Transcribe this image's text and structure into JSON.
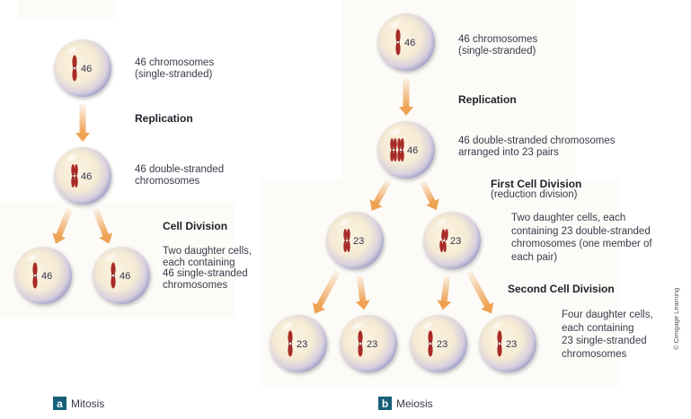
{
  "colors": {
    "arrow": "#eea152",
    "chromosome": "#a82a26",
    "cell_fill": "#f7eedb",
    "cell_edge": "#9a9ac4",
    "badge": "#17607a"
  },
  "mitosis": {
    "caption_letter": "a",
    "caption": "Mitosis",
    "cells": [
      {
        "id": "parent",
        "count": "46",
        "chromosome": "single"
      },
      {
        "id": "replicated",
        "count": "46",
        "chromosome": "double"
      },
      {
        "id": "daughter-1",
        "count": "46",
        "chromosome": "single"
      },
      {
        "id": "daughter-2",
        "count": "46",
        "chromosome": "single"
      }
    ],
    "labels": {
      "parent_line1": "46 chromosomes",
      "parent_line2": "(single-stranded)",
      "replication": "Replication",
      "replicated_line1": "46 double-stranded",
      "replicated_line2": "chromosomes",
      "division": "Cell Division",
      "daughters_line1": "Two daughter cells,",
      "daughters_line2": "each containing",
      "daughters_line3": "46 single-stranded",
      "daughters_line4": "chromosomes"
    }
  },
  "meiosis": {
    "caption_letter": "b",
    "caption": "Meiosis",
    "cells": [
      {
        "id": "parent",
        "count": "46",
        "chromosome": "single"
      },
      {
        "id": "replicated",
        "count": "46",
        "chromosome": "pair"
      },
      {
        "id": "first-daughter-1",
        "count": "23",
        "chromosome": "double"
      },
      {
        "id": "first-daughter-2",
        "count": "23",
        "chromosome": "double-x"
      },
      {
        "id": "second-daughter-1",
        "count": "23",
        "chromosome": "single"
      },
      {
        "id": "second-daughter-2",
        "count": "23",
        "chromosome": "single"
      },
      {
        "id": "second-daughter-3",
        "count": "23",
        "chromosome": "single"
      },
      {
        "id": "second-daughter-4",
        "count": "23",
        "chromosome": "single"
      }
    ],
    "labels": {
      "parent_line1": "46 chromosomes",
      "parent_line2": "(single-stranded)",
      "replication": "Replication",
      "replicated_line1": "46 double-stranded chromosomes",
      "replicated_line2": "arranged into 23 pairs",
      "first_division": "First Cell Division",
      "first_division_sub": "(reduction division)",
      "first_daughters_line1": "Two daughter cells, each",
      "first_daughters_line2": "containing 23 double-stranded",
      "first_daughters_line3": "chromosomes (one member of",
      "first_daughters_line4": "each pair)",
      "second_division": "Second Cell Division",
      "second_daughters_line1": "Four daughter cells,",
      "second_daughters_line2": "each containing",
      "second_daughters_line3": "23 single-stranded",
      "second_daughters_line4": "chromosomes"
    }
  },
  "copyright": "© Cengage Learning"
}
